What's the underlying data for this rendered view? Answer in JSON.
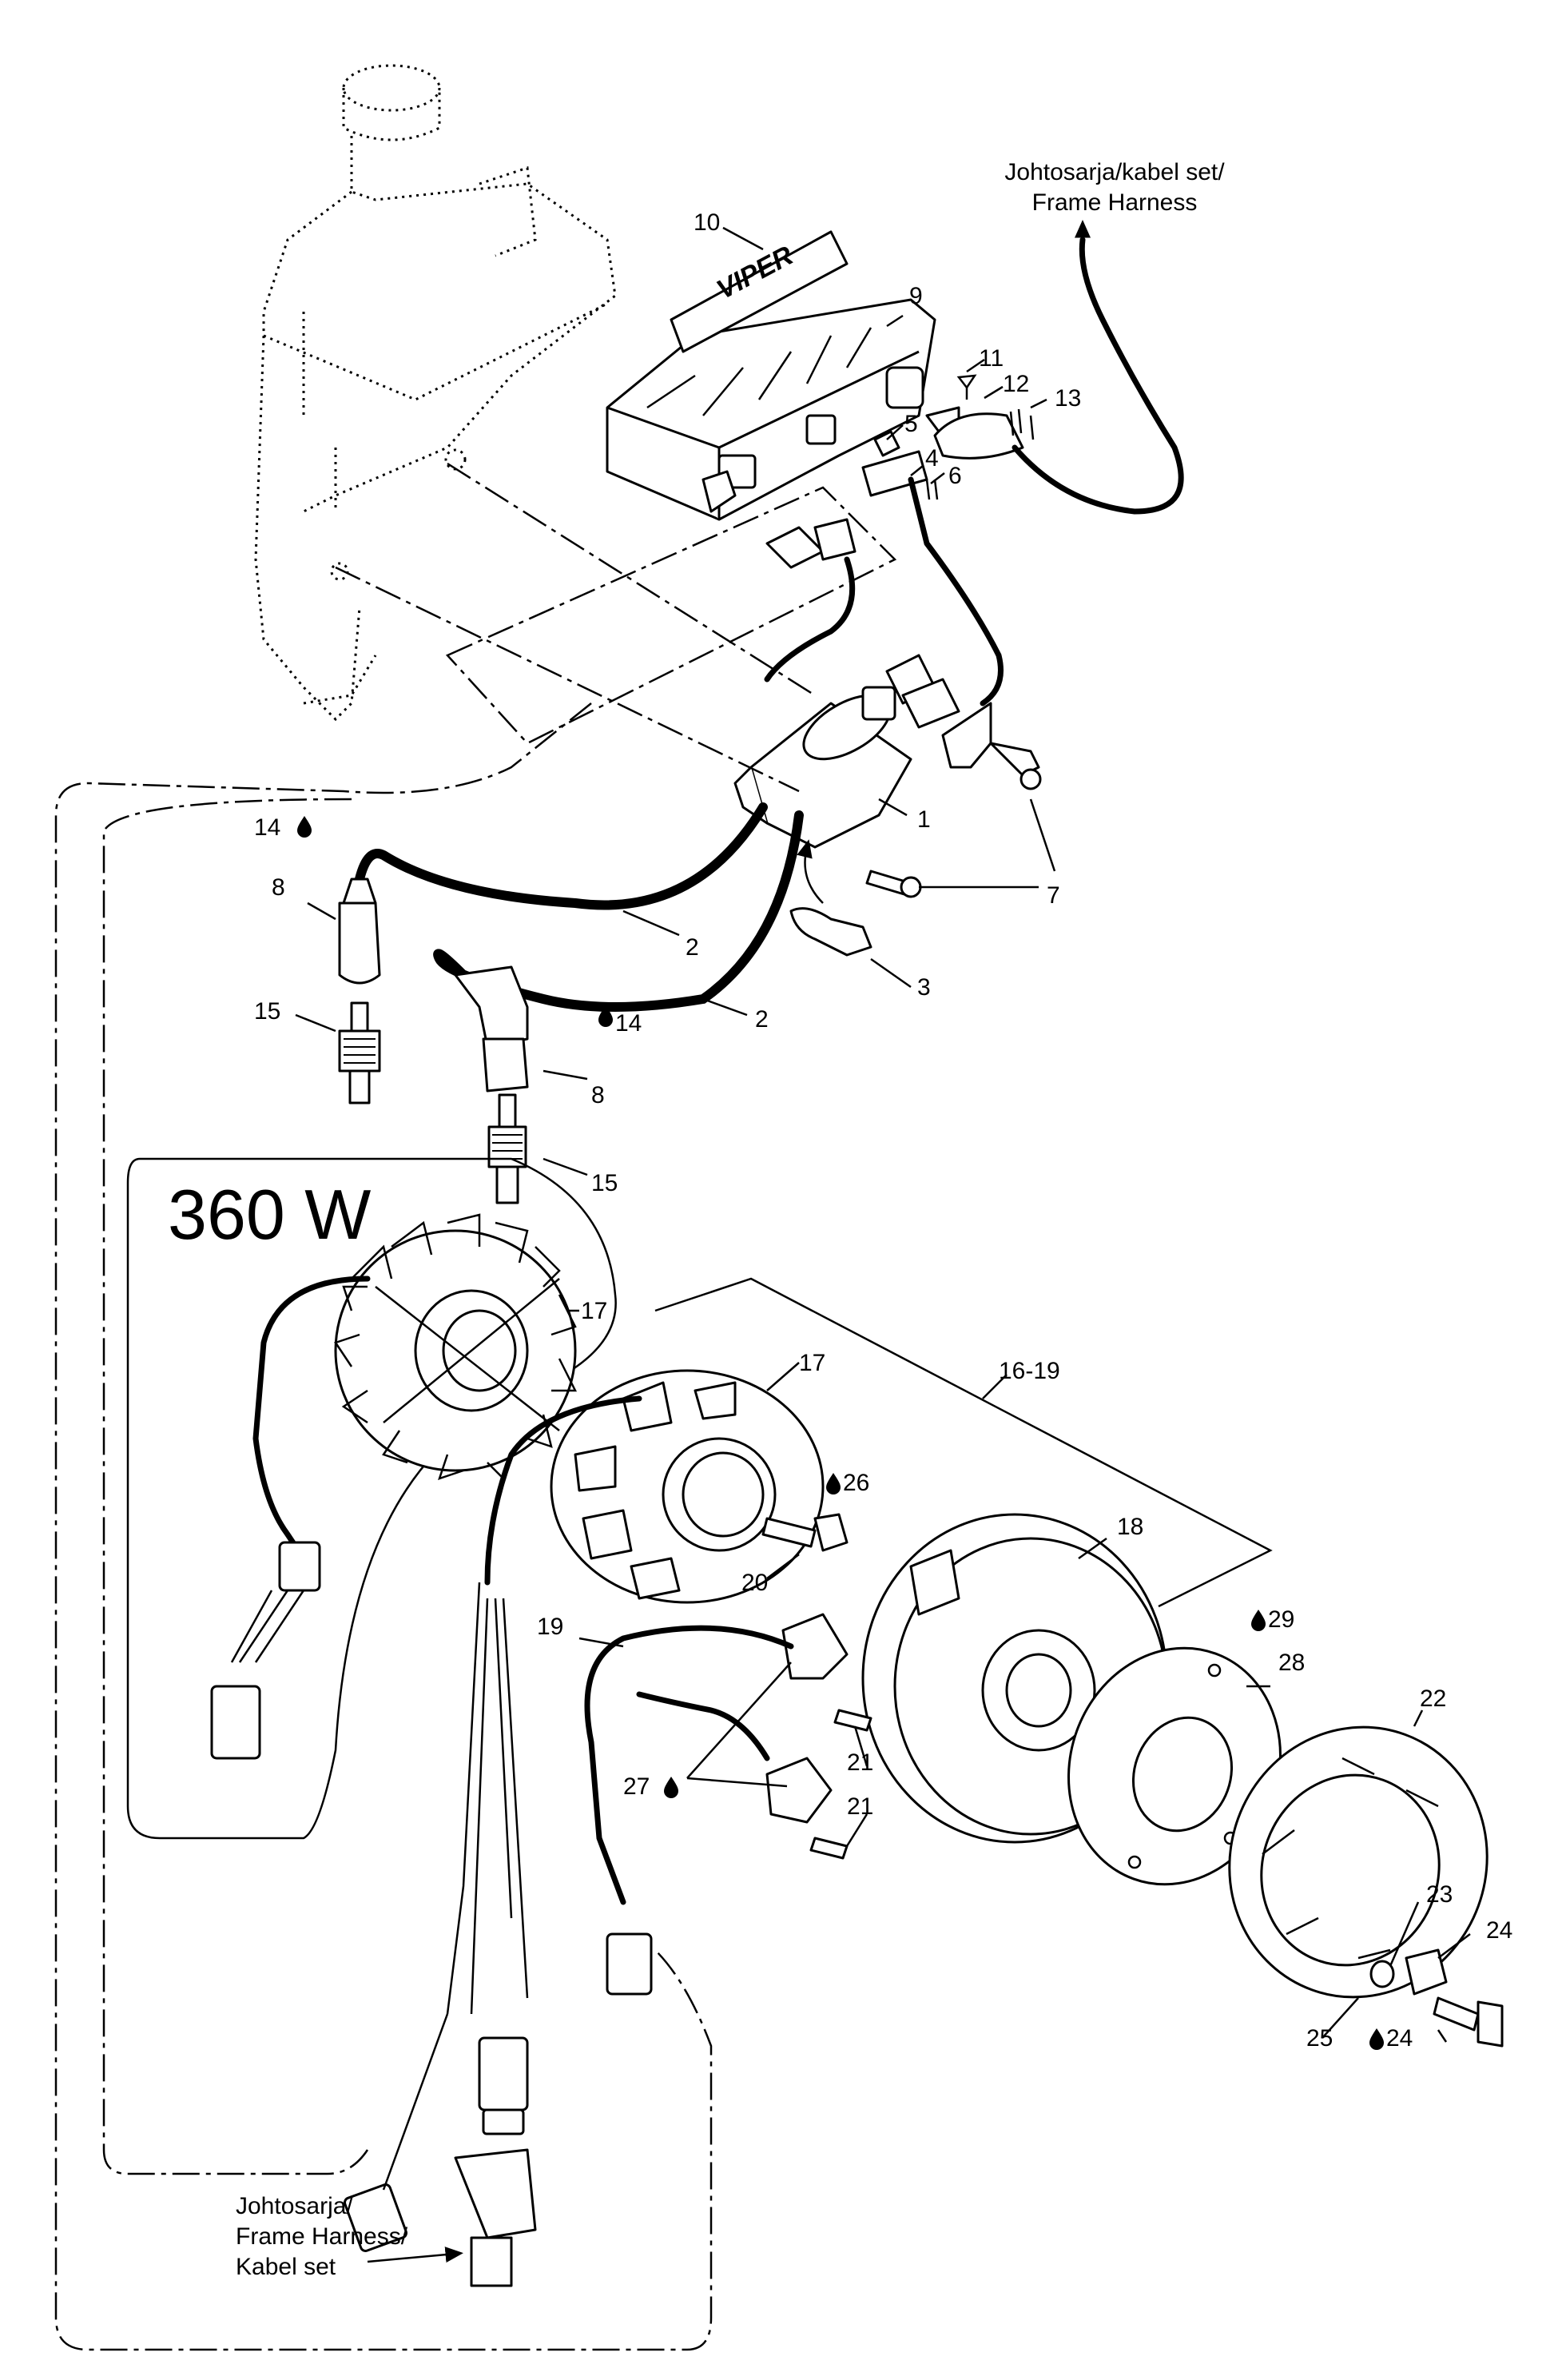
{
  "notes": {
    "harness_top": [
      "Johtosarja/kabel set/",
      "Frame Harness"
    ],
    "harness_bottom": [
      "Johtosarja/",
      "Frame Harness/",
      "Kabel set"
    ]
  },
  "variant_label": "360 W",
  "part_labels": {
    "p1": "1",
    "p2a": "2",
    "p2b": "2",
    "p3": "3",
    "p4": "4",
    "p5": "5",
    "p6": "6",
    "p7": "7",
    "p8a": "8",
    "p8b": "8",
    "p9": "9",
    "p10": "10",
    "p11": "11",
    "p12": "12",
    "p13": "13",
    "p14a": "14",
    "p14b": "14",
    "p15a": "15",
    "p15b": "15",
    "p16_19": "16-19",
    "p17a": "17",
    "p17b": "17",
    "p18": "18",
    "p19": "19",
    "p20": "20",
    "p21a": "21",
    "p21b": "21",
    "p22": "22",
    "p23": "23",
    "p24a": "24",
    "p24b": "24",
    "p25": "25",
    "p26": "26",
    "p27": "27",
    "p28": "28",
    "p29": "29"
  },
  "badge_text": "VIPER",
  "icons": [
    "lubricant-drop-icon",
    "arrow-icon"
  ]
}
